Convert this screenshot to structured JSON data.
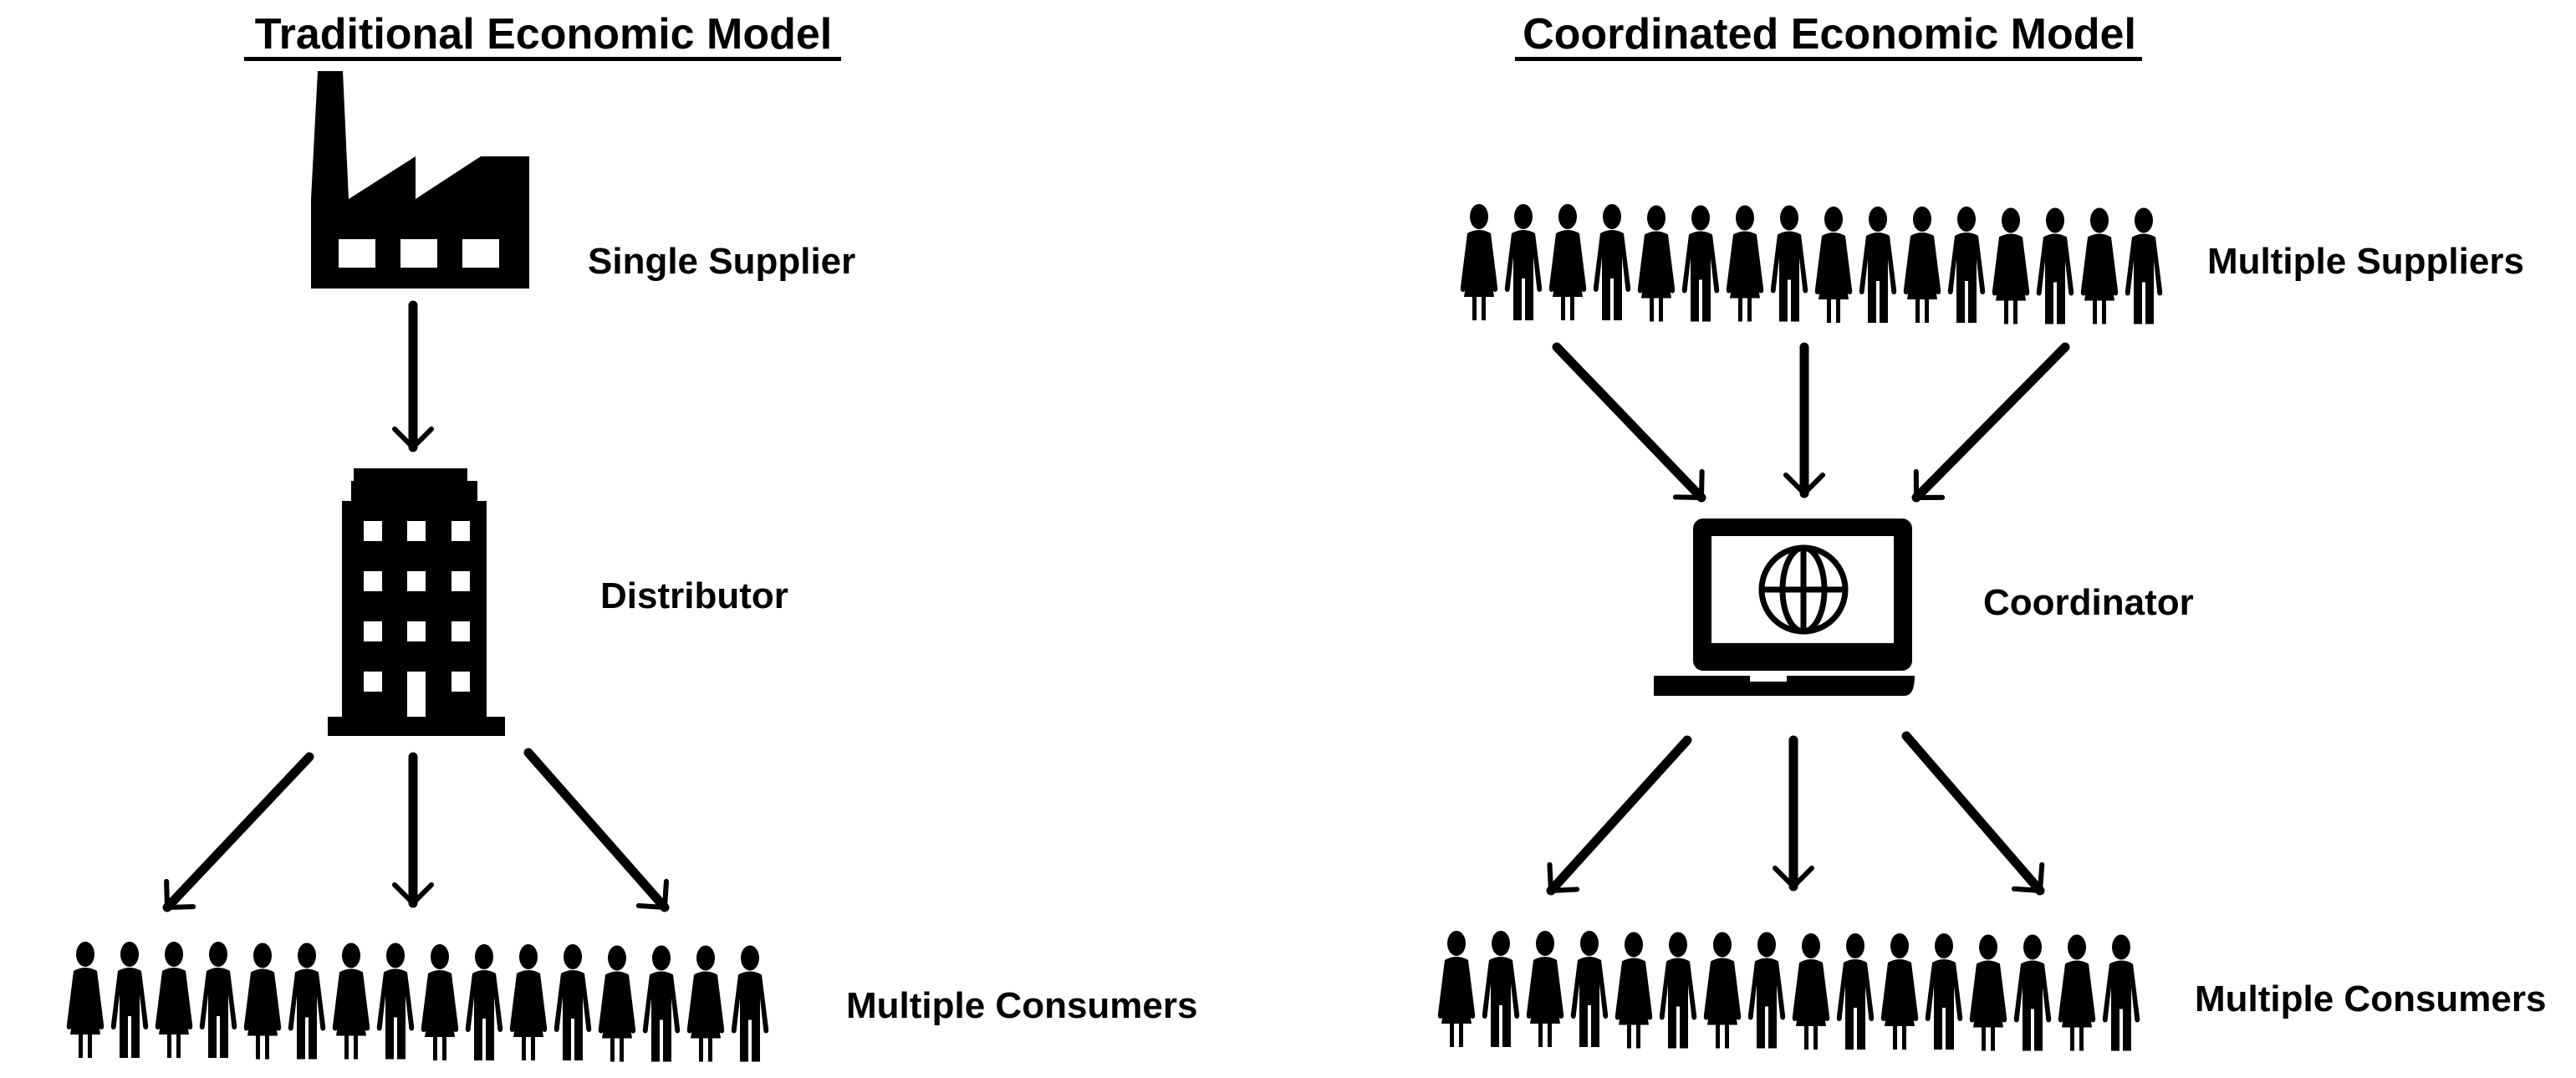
{
  "colors": {
    "ink": "#000000",
    "background": "#ffffff"
  },
  "traditional_model": {
    "title": "Traditional Economic Model",
    "nodes": [
      {
        "id": "supplier",
        "icon": "factory-icon",
        "label": "Single Supplier"
      },
      {
        "id": "distributor",
        "icon": "office-building-icon",
        "label": "Distributor"
      },
      {
        "id": "consumers",
        "icon": "people-row-icon",
        "label": "Multiple Consumers",
        "people_count": 16
      }
    ],
    "edges": [
      {
        "from": "supplier",
        "to": "distributor",
        "count": 1
      },
      {
        "from": "distributor",
        "to": "consumers",
        "count": 3
      }
    ]
  },
  "coordinated_model": {
    "title": "Coordinated Economic Model",
    "nodes": [
      {
        "id": "suppliers",
        "icon": "people-row-icon",
        "label": "Multiple Suppliers",
        "people_count": 16
      },
      {
        "id": "coordinator",
        "icon": "laptop-globe-icon",
        "label": "Coordinator"
      },
      {
        "id": "consumers",
        "icon": "people-row-icon",
        "label": "Multiple Consumers",
        "people_count": 16
      }
    ],
    "edges": [
      {
        "from": "suppliers",
        "to": "coordinator",
        "count": 3
      },
      {
        "from": "coordinator",
        "to": "consumers",
        "count": 3
      }
    ]
  }
}
